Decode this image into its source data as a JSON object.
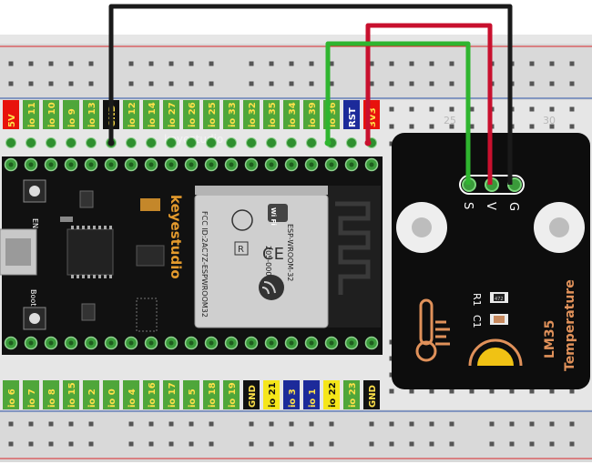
{
  "breadboard": {
    "column_numbers": [
      "25",
      "30"
    ],
    "watermark": "keyestudio"
  },
  "esp32": {
    "brand": "keyestudio",
    "button_labels": {
      "en": "EN",
      "boot": "Boot"
    },
    "top_pins": [
      "5V",
      "io 11",
      "io 10",
      "io 9",
      "io 13",
      "GND",
      "io 12",
      "io 14",
      "io 27",
      "io 26",
      "io 25",
      "io 33",
      "io 32",
      "io 35",
      "io 34",
      "io 39",
      "io 36",
      "RST",
      "3V3"
    ],
    "bottom_pins": [
      "io 6",
      "io 7",
      "io 8",
      "io 15",
      "io 2",
      "io 0",
      "io 4",
      "io 16",
      "io 17",
      "io 5",
      "io 18",
      "io 19",
      "GND",
      "io 21",
      "io 3",
      "io 1",
      "io 22",
      "io 23",
      "GND"
    ],
    "module": {
      "wifi": "Wi Fi",
      "model": "ESP-WROOM-32",
      "fcc": "FCC ID:2AC7Z-ESPWROOM32",
      "reg": "205-000519",
      "mark_r": "R"
    }
  },
  "sensor": {
    "pins": [
      "S",
      "V",
      "G"
    ],
    "name_line1": "LM35",
    "name_line2": "Temperature",
    "r1": "R1",
    "c1": "C1",
    "r1_value": "472"
  },
  "colors": {
    "wire_black": "#1a1a1a",
    "wire_red": "#c8102e",
    "wire_green": "#2fb52f",
    "board": "#111111",
    "pin_green": "#3a9a3a",
    "pin_label_green": "#4fa63a",
    "pin_label_red": "#e8120c",
    "pin_label_yellow": "#f5e61a",
    "pin_label_blue": "#1c2a9a",
    "pin_label_black": "#111111",
    "rail_red": "#d9262b",
    "rail_blue": "#2c53a8",
    "sensor_board": "#0d0d0d",
    "sensor_accent": "#e0915a"
  }
}
